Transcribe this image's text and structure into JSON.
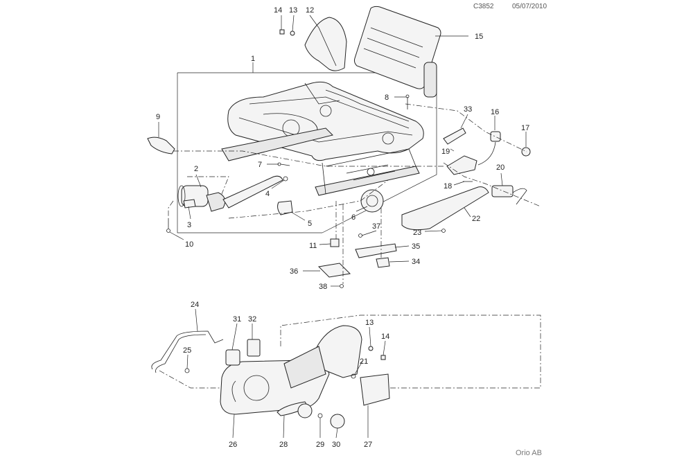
{
  "header": {
    "drawing_code": "C3852",
    "date": "05/07/2010"
  },
  "footer": {
    "copyright": "Orio AB"
  },
  "callouts": {
    "c1": "1",
    "c2": "2",
    "c3": "3",
    "c4": "4",
    "c5": "5",
    "c6": "6",
    "c7": "7",
    "c8": "8",
    "c9": "9",
    "c10": "10",
    "c11": "11",
    "c12": "12",
    "c13a": "13",
    "c14a": "14",
    "c15": "15",
    "c16": "16",
    "c17": "17",
    "c18": "18",
    "c19": "19",
    "c20": "20",
    "c21": "21",
    "c22": "22",
    "c23": "23",
    "c24": "24",
    "c25": "25",
    "c26": "26",
    "c27": "27",
    "c28": "28",
    "c29": "29",
    "c30": "30",
    "c31": "31",
    "c32": "32",
    "c33": "33",
    "c34": "34",
    "c35": "35",
    "c36": "36",
    "c37": "37",
    "c38": "38",
    "c13b": "13",
    "c14b": "14"
  }
}
